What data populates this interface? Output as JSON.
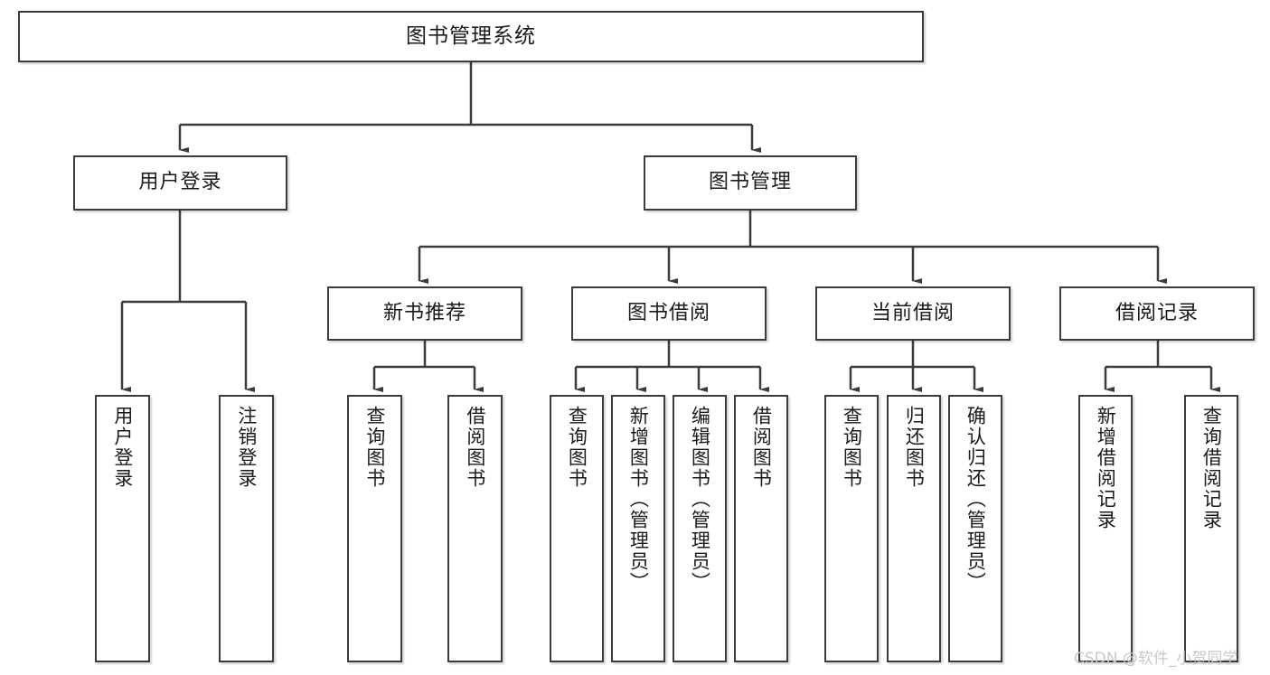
{
  "diagram": {
    "title": "图书管理系统",
    "type": "tree-structure-chart",
    "root": {
      "label": "图书管理系统"
    },
    "level2": [
      {
        "label": "用户登录"
      },
      {
        "label": "图书管理"
      }
    ],
    "level3": [
      {
        "label": "新书推荐"
      },
      {
        "label": "图书借阅"
      },
      {
        "label": "当前借阅"
      },
      {
        "label": "借阅记录"
      }
    ],
    "leaves": {
      "user_login": [
        {
          "label": "用户登录"
        },
        {
          "label": "注销登录"
        }
      ],
      "new_book_recommend": [
        {
          "label": "查询图书"
        },
        {
          "label": "借阅图书"
        }
      ],
      "book_borrow": [
        {
          "label": "查询图书"
        },
        {
          "label": "新增图书（管理员）"
        },
        {
          "label": "编辑图书（管理员）"
        },
        {
          "label": "借阅图书"
        }
      ],
      "current_borrow": [
        {
          "label": "查询图书"
        },
        {
          "label": "归还图书"
        },
        {
          "label": "确认归还（管理员）"
        }
      ],
      "borrow_record": [
        {
          "label": "新增借阅记录"
        },
        {
          "label": "查询借阅记录"
        }
      ]
    }
  },
  "watermark": {
    "text": "CSDN @软件_小贺同学"
  },
  "colors": {
    "border": "#3b3b3b",
    "background": "#ffffff",
    "text": "#1a1a1a",
    "watermark": "#c9c9c9"
  }
}
